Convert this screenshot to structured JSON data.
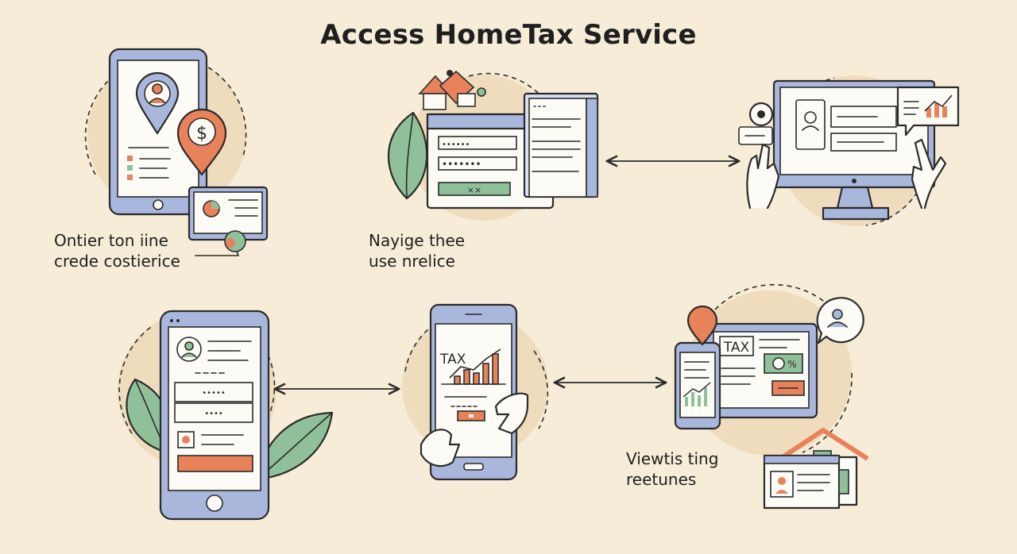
{
  "title": "Access HomeTax Service",
  "steps": [
    {
      "caption_line1": "Ontier ton iine",
      "caption_line2": "crede costierice"
    },
    {
      "caption_line1": "Nayige thee",
      "caption_line2": "use nrelice"
    },
    {
      "caption_line1": "Viewtis ting",
      "caption_line2": "reetunes"
    }
  ],
  "labels": {
    "dollar": "$",
    "tax_phone": "TAX",
    "tax_tablet": "TAX",
    "percent_badge": "%",
    "masked_field_1": "••••••",
    "masked_field_2": "•••••••",
    "button_x": "××",
    "phone_field_1": "•••••",
    "phone_field_2": "••••"
  },
  "colors": {
    "background": "#f6ecd8",
    "blob": "#efdcbd",
    "device_frame": "#a9b7dd",
    "accent_orange": "#e8825a",
    "accent_green": "#8fc09a",
    "ink": "#2b2b2b"
  },
  "icons": [
    "location-pin-icon",
    "dollar-pin-icon",
    "pie-chart-icon",
    "house-icon",
    "leaf-icon",
    "login-window-icon",
    "document-icon",
    "desktop-monitor-icon",
    "hand-icon",
    "chat-bubble-icon",
    "bar-chart-icon",
    "user-icon",
    "smartphone-icon",
    "tax-chart-icon",
    "house-document-icon",
    "bidirectional-arrow-icon"
  ]
}
